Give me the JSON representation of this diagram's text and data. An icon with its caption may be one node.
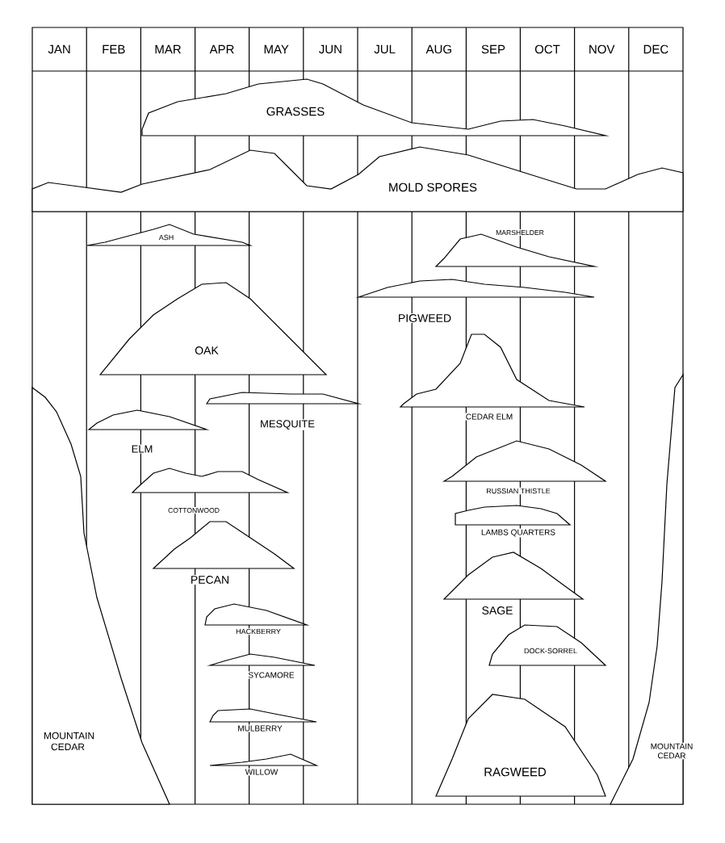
{
  "diagram": {
    "nodes": [
      {
        "text": [
          "GRASSES"
        ]
      },
      {
        "text": [
          "MOLD SPORES"
        ]
      },
      {
        "text": [
          "ASH"
        ]
      },
      {
        "text": [
          "MARSHELDER"
        ]
      },
      {
        "text": [
          "PIGWEED"
        ]
      },
      {
        "text": [
          "OAK"
        ]
      },
      {
        "text": [
          "CEDAR ELM"
        ]
      },
      {
        "text": [
          "MESQUITE"
        ]
      },
      {
        "text": [
          "ELM"
        ]
      },
      {
        "text": [
          "COTTONWOOD"
        ]
      },
      {
        "text": [
          "RUSSIAN THISTLE"
        ]
      },
      {
        "text": [
          "LAMBS QUARTERS"
        ]
      },
      {
        "text": [
          "PECAN"
        ]
      },
      {
        "text": [
          "SAGE"
        ]
      },
      {
        "text": [
          "HACKBERRY"
        ]
      },
      {
        "text": [
          "DOCK-SORREL"
        ]
      },
      {
        "text": [
          "SYCAMORE"
        ]
      },
      {
        "text": [
          "MULBERRY"
        ]
      },
      {
        "text": [
          "WILLOW"
        ]
      },
      {
        "text": [
          "MOUNTAIN CEDAR"
        ]
      },
      {
        "text": [
          "RAGWEED"
        ]
      },
      {
        "text": [
          "MOUNTAIN CEDAR"
        ]
      }
    ],
    "labels": [
      "JAN",
      "FEB",
      "MAR",
      "APR",
      "MAY",
      "JUN",
      "JUL",
      "AUG",
      "SEP",
      "OCT",
      "NOV",
      "DEC"
    ]
  }
}
